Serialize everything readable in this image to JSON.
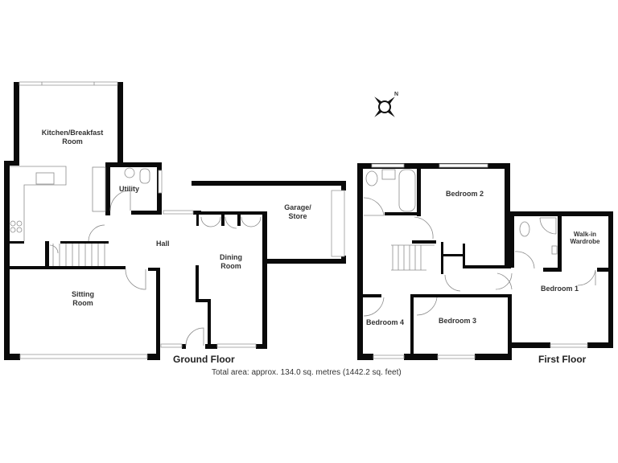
{
  "ground_floor": {
    "label": "Ground Floor",
    "rooms": [
      {
        "name": "Kitchen/Breakfast",
        "name2": "Room"
      },
      {
        "name": "Utility"
      },
      {
        "name": "Hall"
      },
      {
        "name": "Garage/",
        "name2": "Store"
      },
      {
        "name": "Dining",
        "name2": "Room"
      },
      {
        "name": "Sitting",
        "name2": "Room"
      }
    ]
  },
  "first_floor": {
    "label": "First Floor",
    "rooms": [
      {
        "name": "Bedroom 2"
      },
      {
        "name": "Walk-in",
        "name2": "Wardrobe"
      },
      {
        "name": "Bedroom 1"
      },
      {
        "name": "Bedroom 4"
      },
      {
        "name": "Bedroom 3"
      }
    ]
  },
  "total_area": "Total area: approx. 134.0 sq. metres (1442.2 sq. feet)",
  "compass": {
    "icon": "compass-icon",
    "north_label": "N"
  }
}
